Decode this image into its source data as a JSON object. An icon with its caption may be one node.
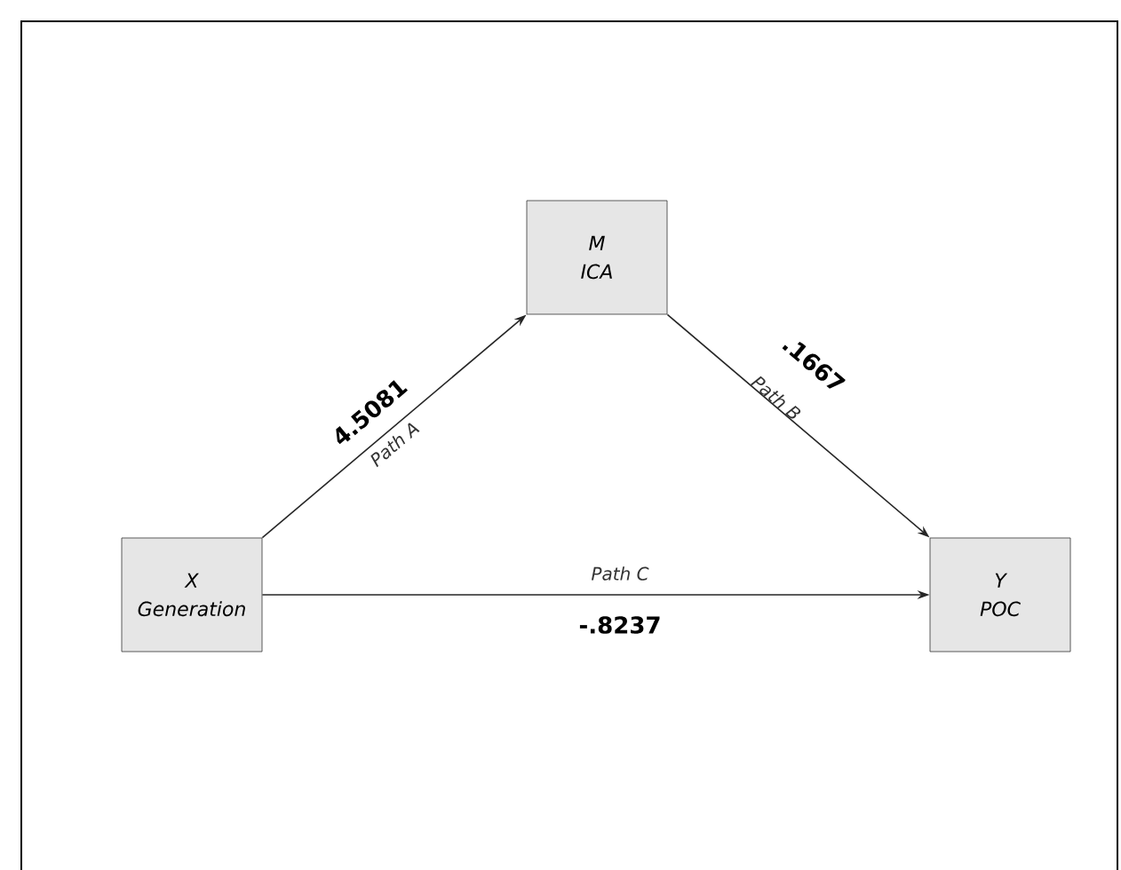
{
  "diagram": {
    "nodes": [
      {
        "text": [
          "X",
          "Generation"
        ]
      },
      {
        "text": [
          "M",
          "ICA"
        ]
      },
      {
        "text": [
          "Y",
          "POC"
        ]
      }
    ],
    "edges": [
      {
        "from": 0,
        "to": 1,
        "arrow": "to",
        "label": "4.5081"
      },
      {
        "from": 1,
        "to": 2,
        "arrow": "to",
        "label": ".1667"
      },
      {
        "from": 0,
        "to": 2,
        "arrow": "to",
        "label": "-.8237"
      }
    ],
    "labels": [
      "Path A",
      "Path B",
      "Path C"
    ]
  }
}
